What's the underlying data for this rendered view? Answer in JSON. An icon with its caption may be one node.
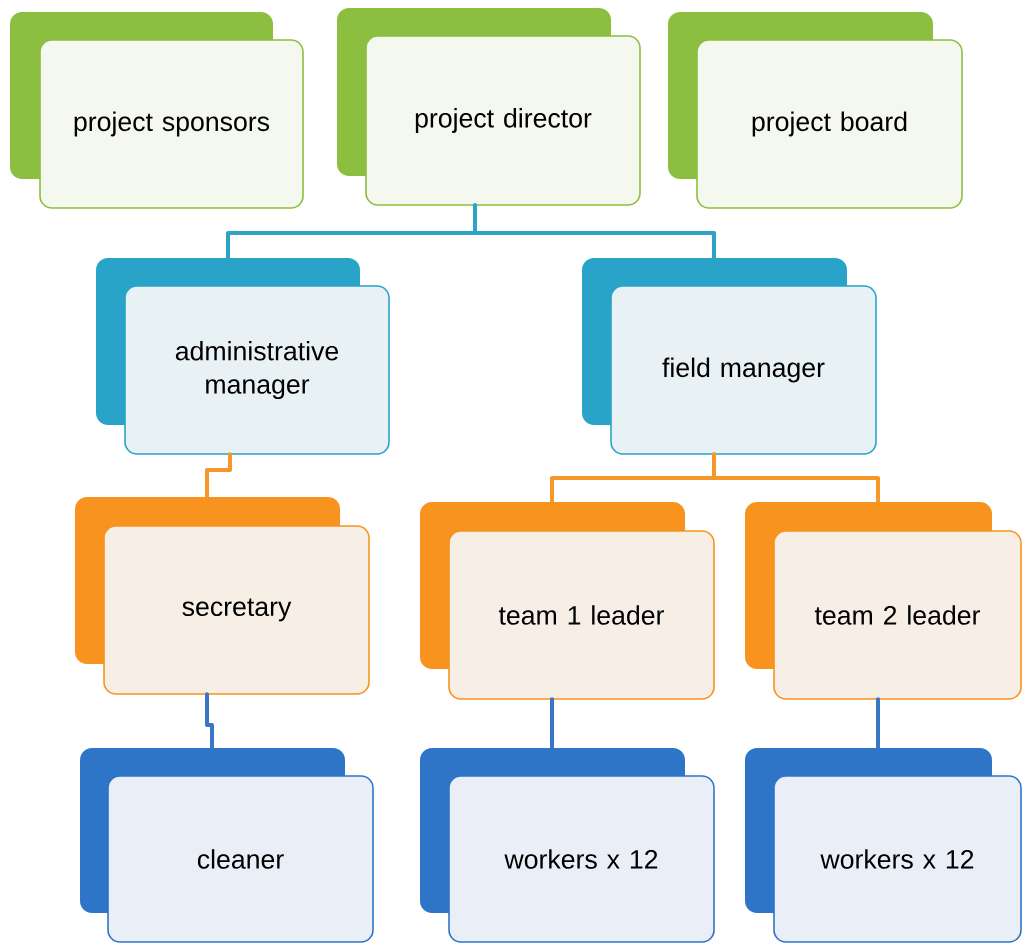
{
  "diagram": {
    "nodes": [
      {
        "text": [
          "project sponsors"
        ]
      },
      {
        "text": [
          "project director"
        ]
      },
      {
        "text": [
          "project board"
        ]
      },
      {
        "text": [
          "administrative manager"
        ]
      },
      {
        "text": [
          "field manager"
        ]
      },
      {
        "text": [
          "secretary"
        ]
      },
      {
        "text": [
          "team 1 leader"
        ]
      },
      {
        "text": [
          "team 2 leader"
        ]
      },
      {
        "text": [
          "cleaner"
        ]
      },
      {
        "text": [
          "workers x 12"
        ]
      },
      {
        "text": [
          "workers x 12"
        ]
      }
    ],
    "edges": [
      {
        "from": 1,
        "to": 3,
        "arrow": "none",
        "color": "#2ea3c6"
      },
      {
        "from": 1,
        "to": 4,
        "arrow": "none",
        "color": "#2ea3c6"
      },
      {
        "from": 3,
        "to": 5,
        "arrow": "none",
        "color": "#f7962a"
      },
      {
        "from": 4,
        "to": 6,
        "arrow": "none",
        "color": "#f7962a"
      },
      {
        "from": 4,
        "to": 7,
        "arrow": "none",
        "color": "#f7962a"
      },
      {
        "from": 5,
        "to": 8,
        "arrow": "none",
        "color": "#3a76c4"
      },
      {
        "from": 6,
        "to": 9,
        "arrow": "none",
        "color": "#3a76c4"
      },
      {
        "from": 7,
        "to": 10,
        "arrow": "none",
        "color": "#3a76c4"
      }
    ]
  }
}
